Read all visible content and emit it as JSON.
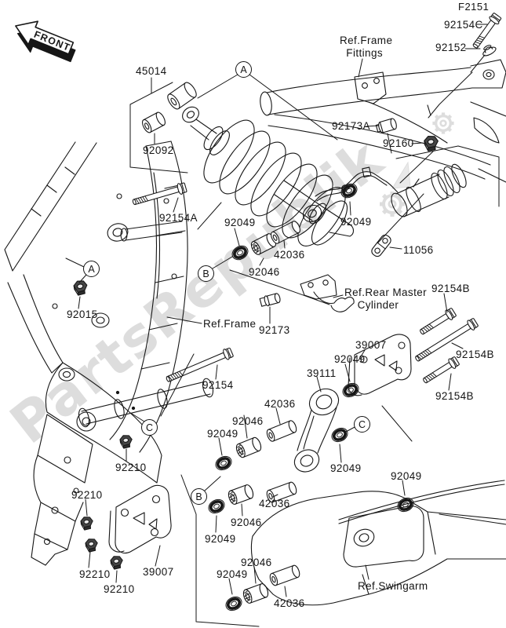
{
  "page": {
    "code": "F2151",
    "front_banner": "FRONT"
  },
  "watermark": {
    "text": "PartsRepublik"
  },
  "callouts": {
    "a": "A",
    "b": "B",
    "c": "C"
  },
  "parts": {
    "p45014": "45014",
    "p92092": "92092",
    "p92154A": "92154A",
    "p92154B": "92154B",
    "p92154C": "92154C",
    "p92154": "92154",
    "p92152": "92152",
    "p92173A": "92173A",
    "p92173": "92173",
    "p92160": "92160",
    "p92015": "92015",
    "p92049": "92049",
    "p92046": "92046",
    "p42036": "42036",
    "p11056": "11056",
    "p39007": "39007",
    "p39111": "39111",
    "p92210": "92210"
  },
  "refs": {
    "frame": "Ref.Frame",
    "frame_fittings": "Ref.Frame\n  Fittings",
    "rear_master_cylinder": "Ref.Rear Master\n    Cylinder",
    "swingarm": "Ref.Swingarm"
  }
}
